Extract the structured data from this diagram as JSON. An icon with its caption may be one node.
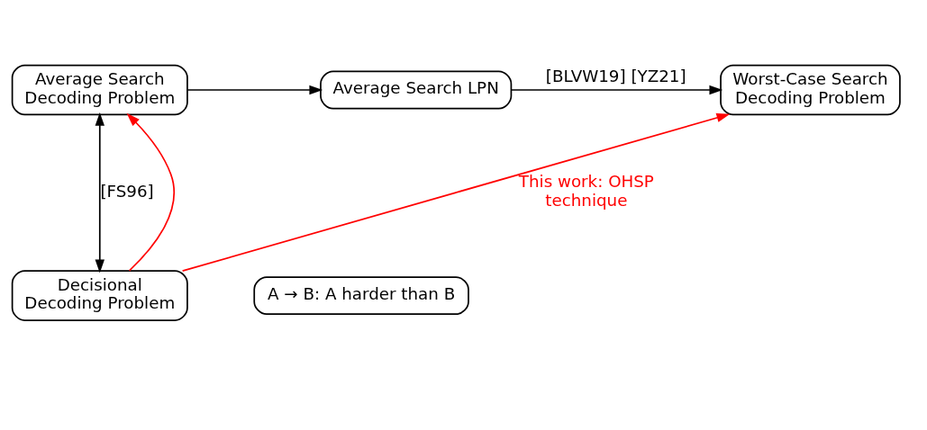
{
  "diagram": {
    "nodes": [
      {
        "text": [
          "Average Search Decoding Problem"
        ]
      },
      {
        "text": [
          "Average Search LPN"
        ]
      },
      {
        "text": [
          "Worst-Case Search Decoding Problem"
        ]
      },
      {
        "text": [
          "Decisional Decoding Problem"
        ]
      },
      {
        "text": [
          "A → B: A harder than B"
        ]
      }
    ],
    "edges": [
      {
        "from": 0,
        "to": 1,
        "arrow": "to"
      },
      {
        "from": 1,
        "to": 2,
        "arrow": "to",
        "label": "[BLVW19] [YZ21]"
      },
      {
        "from": 0,
        "to": 3,
        "arrow": "both",
        "label": "[FS96]"
      },
      {
        "from": 3,
        "to": 0,
        "arrow": "to",
        "color": "#ff0000"
      },
      {
        "from": 3,
        "to": 2,
        "arrow": "to",
        "color": "#ff0000",
        "label": "This work: OHSP technique"
      }
    ]
  }
}
